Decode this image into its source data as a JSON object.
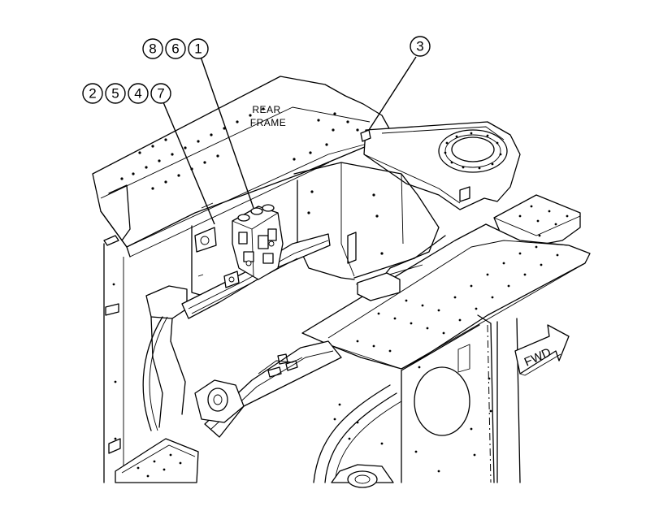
{
  "callouts": {
    "group_a": [
      "8",
      "6",
      "1"
    ],
    "group_b": [
      "2",
      "5",
      "4",
      "7"
    ],
    "single": "3"
  },
  "labels": {
    "rear_frame_line1": "REAR",
    "rear_frame_line2": "FRAME",
    "fwd_arrow": "FWD"
  },
  "colors": {
    "line": "#000000",
    "background": "#ffffff"
  }
}
